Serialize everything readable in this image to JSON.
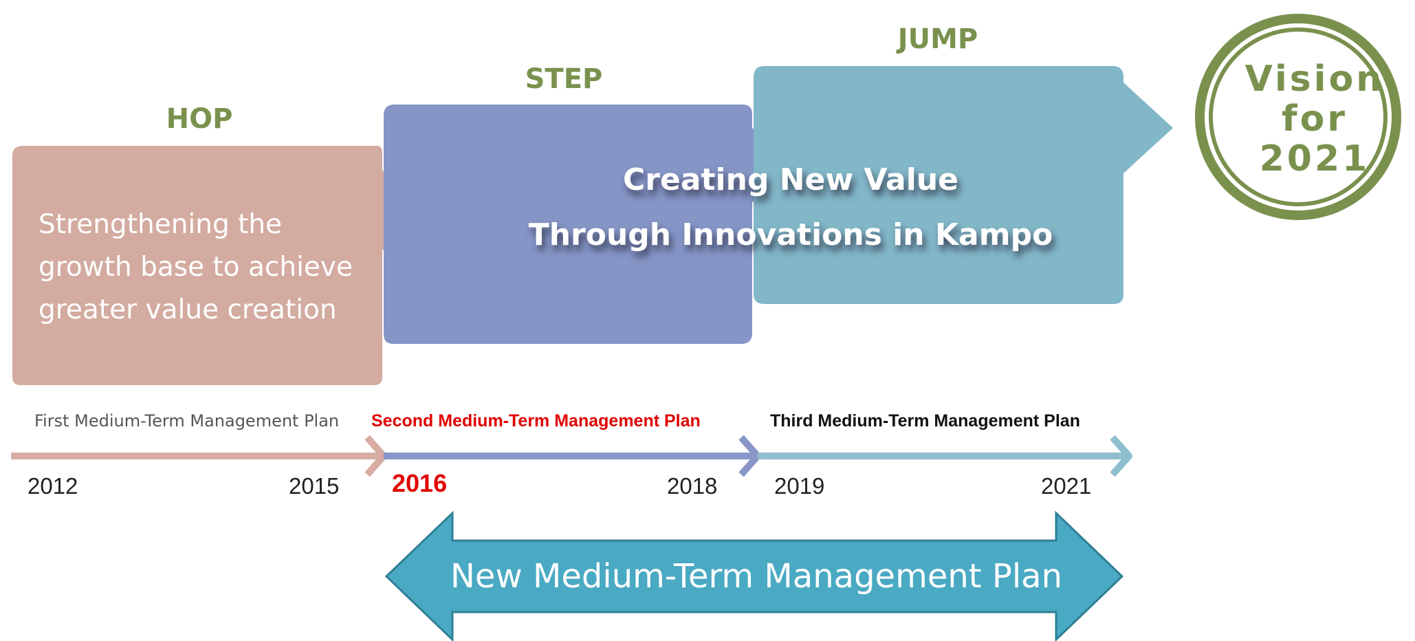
{
  "stages": {
    "hop": {
      "title": "HOP",
      "lines": [
        "Strengthening the",
        "growth base to achieve",
        "greater value creation"
      ],
      "color": "#d3aba0"
    },
    "step": {
      "title": "STEP",
      "color": "#8595c6"
    },
    "jump": {
      "title": "JUMP",
      "color": "#82b7c8"
    }
  },
  "central_message": {
    "line1": "Creating New Value",
    "line2": "Through Innovations in Kampo"
  },
  "plans": {
    "first": "First Medium-Term Management Plan",
    "second": "Second Medium-Term Management Plan",
    "third": "Third Medium-Term Management Plan"
  },
  "years": {
    "y2012": "2012",
    "y2015": "2015",
    "y2016": "2016",
    "y2018": "2018",
    "y2019": "2019",
    "y2021": "2021"
  },
  "new_plan": "New Medium-Term Management Plan",
  "vision_badge": {
    "line1": "Vision",
    "line2": "for",
    "line3": "2021"
  },
  "colors": {
    "accent_green": "#7a914e",
    "highlight_red": "#e00000",
    "arrow_teal": "#4aa9c3"
  }
}
